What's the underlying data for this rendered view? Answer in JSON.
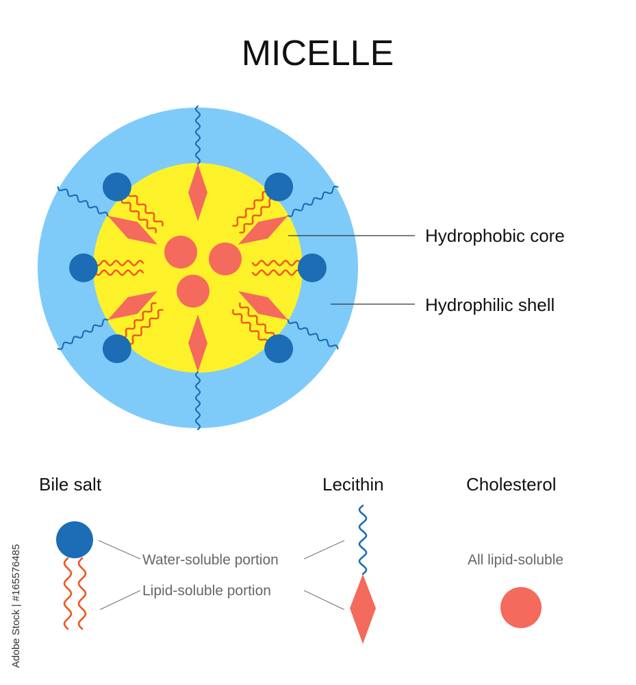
{
  "title": "MICELLE",
  "labels": {
    "core": "Hydrophobic core",
    "shell": "Hydrophilic shell"
  },
  "legend": {
    "bile_salt": "Bile salt",
    "lecithin": "Lecithin",
    "cholesterol": "Cholesterol",
    "water_soluble": "Water-soluble portion",
    "lipid_soluble": "Lipid-soluble portion",
    "all_lipid": "All lipid-soluble"
  },
  "watermark": "Adobe Stock | #165576485",
  "colors": {
    "shell": "#7ecbfa",
    "core": "#fdf22a",
    "head": "#1c6db6",
    "lipid": "#f46a5c",
    "tail": "#f2541e",
    "hydrophilic_chain": "#1c6db6",
    "leader": "#777777"
  }
}
